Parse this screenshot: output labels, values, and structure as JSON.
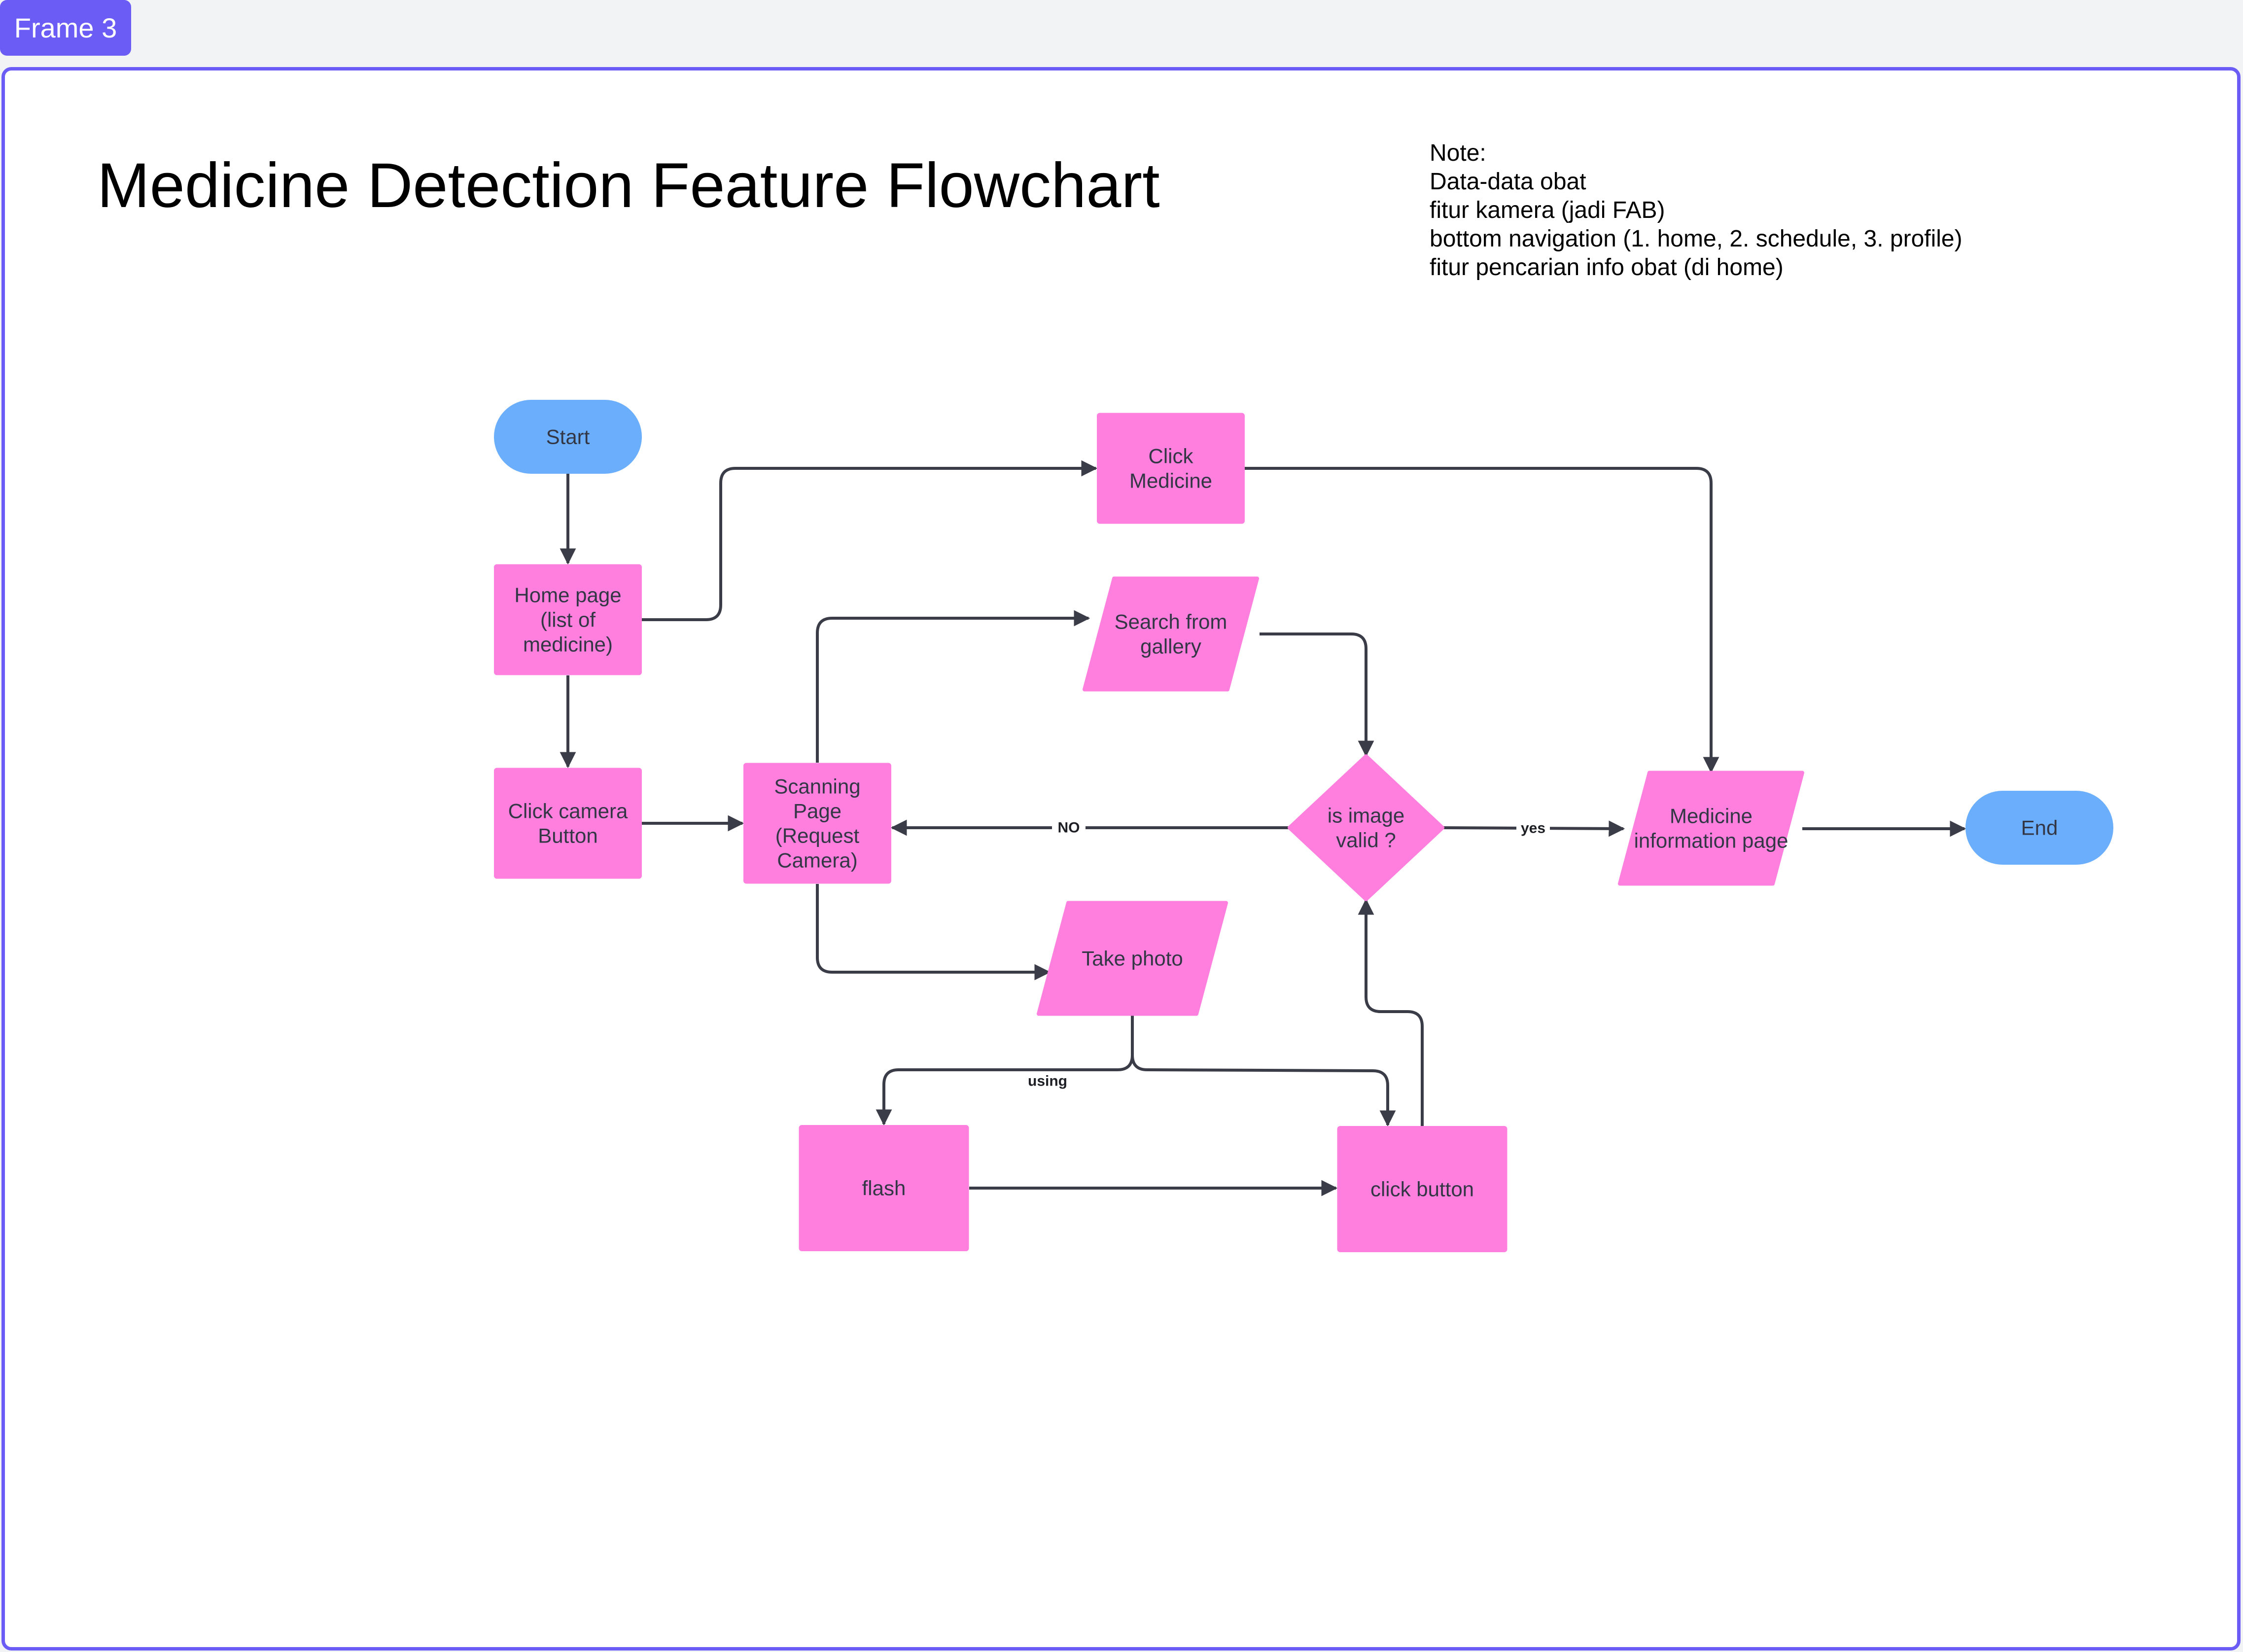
{
  "frame": {
    "label": "Frame 3"
  },
  "title": "Medicine Detection Feature Flowchart",
  "note": {
    "heading": "Note:",
    "lines": [
      "Data-data obat",
      "fitur kamera (jadi FAB)",
      "bottom navigation (1. home, 2. schedule, 3. profile)",
      "fitur pencarian info obat (di home)"
    ]
  },
  "colors": {
    "process_fill": "#ff7fdf",
    "terminal_fill": "#6aaefc",
    "edge": "#3a3d47",
    "frame_border": "#6b5cf6"
  },
  "nodes": {
    "start": {
      "label": [
        "Start"
      ],
      "shape": "terminal"
    },
    "home": {
      "label": [
        "Home page",
        "(list of",
        "medicine)"
      ],
      "shape": "process"
    },
    "click_medicine": {
      "label": [
        "Click",
        "Medicine"
      ],
      "shape": "process"
    },
    "click_camera": {
      "label": [
        "Click camera",
        "Button"
      ],
      "shape": "process"
    },
    "scanning": {
      "label": [
        "Scanning",
        "Page",
        "(Request",
        "Camera)"
      ],
      "shape": "process"
    },
    "search_gallery": {
      "label": [
        "Search from",
        "gallery"
      ],
      "shape": "data"
    },
    "valid": {
      "label": [
        "is image",
        "valid ?"
      ],
      "shape": "decision"
    },
    "medicine_info": {
      "label": [
        "Medicine",
        "information page"
      ],
      "shape": "data"
    },
    "end": {
      "label": [
        "End"
      ],
      "shape": "terminal"
    },
    "take_photo": {
      "label": [
        "Take photo"
      ],
      "shape": "data"
    },
    "flash": {
      "label": [
        "flash"
      ],
      "shape": "process"
    },
    "click_button": {
      "label": [
        "click button"
      ],
      "shape": "process"
    }
  },
  "edges": [
    {
      "id": "start-home",
      "label": ""
    },
    {
      "id": "home-clickmed",
      "label": ""
    },
    {
      "id": "home-clickcam",
      "label": ""
    },
    {
      "id": "clickmed-info",
      "label": ""
    },
    {
      "id": "clickcam-scan",
      "label": ""
    },
    {
      "id": "scan-search",
      "label": ""
    },
    {
      "id": "scan-photo",
      "label": ""
    },
    {
      "id": "search-valid",
      "label": ""
    },
    {
      "id": "valid-scan",
      "label": "NO"
    },
    {
      "id": "valid-info",
      "label": "yes"
    },
    {
      "id": "info-end",
      "label": ""
    },
    {
      "id": "photo-flash",
      "label": "using"
    },
    {
      "id": "photo-click",
      "label": ""
    },
    {
      "id": "flash-click",
      "label": ""
    },
    {
      "id": "click-valid",
      "label": ""
    }
  ]
}
